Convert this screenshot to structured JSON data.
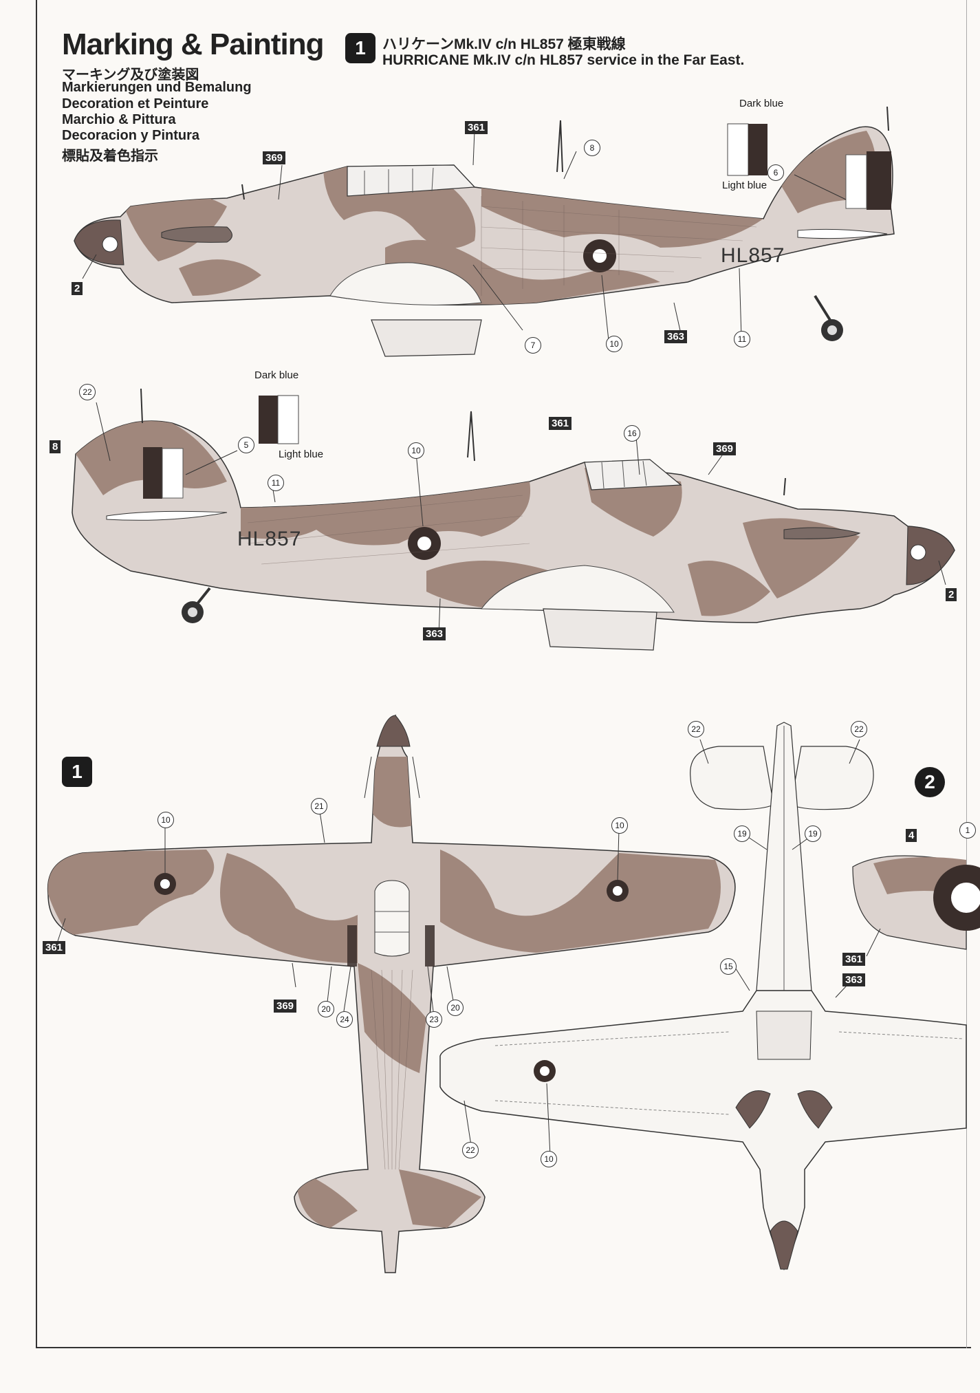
{
  "heading": {
    "title": "Marking & Painting",
    "lines": [
      "マーキング及び塗装図",
      "Markierungen und Bemalung",
      "Decoration et Peinture",
      "Marchio & Pittura",
      "Decoracion y Pintura",
      "標貼及着色指示"
    ]
  },
  "scheme": {
    "number": "1",
    "line_jp": "ハリケーンMk.IV c/n HL857 極東戦線",
    "line_en": "HURRICANE Mk.IV c/n HL857 service in the Far East."
  },
  "scheme2_number": "2",
  "codes": {
    "c361": "361",
    "c363": "363",
    "c369": "369",
    "c2": "2",
    "c4": "4",
    "c8": "8"
  },
  "registration": "HL857",
  "swatch": {
    "dark": "Dark blue",
    "light": "Light blue"
  },
  "colors": {
    "dark_earth": "#a0877c",
    "light_stone": "#dcd3cf",
    "sky": "#f7f5f2",
    "spinner": "#6e5a55",
    "fin_dark": "#3a2e2b"
  },
  "callouts": {
    "n1": "1",
    "n5": "5",
    "n6": "6",
    "n7": "7",
    "n8": "8",
    "n10": "10",
    "n11": "11",
    "n15": "15",
    "n16": "16",
    "n19": "19",
    "n20": "20",
    "n21": "21",
    "n22": "22",
    "n23": "23",
    "n24": "24"
  }
}
